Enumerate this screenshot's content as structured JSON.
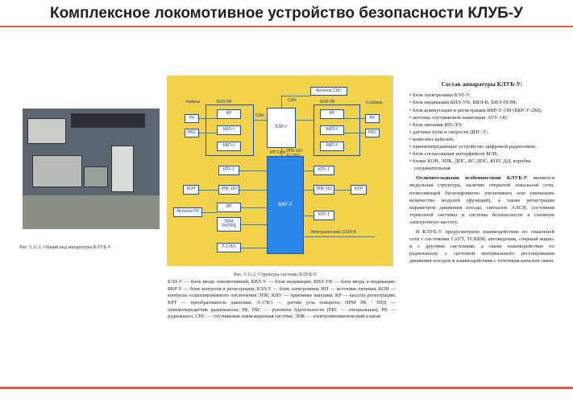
{
  "title": "Комплексное локомотивное устройство безопасности КЛУБ-У",
  "photo_caption": "Рис. 5.11.1. Общий вид аппаратуры КЛУБ-У",
  "diagram": {
    "caption": "Рис. 5.11.2. Структура системы КЛУБ-У",
    "labels": {
      "cab1": "Кабина",
      "cab2": "II кабина",
      "can_left": "CAN",
      "can_top": "CAN",
      "ip_can": "ИП CAN",
      "ep": "ЭПК-153\nЛ-178/1",
      "power": "Электропитание 12/24 В"
    },
    "blocks": {
      "antenna_sns": "Антенна СНС",
      "bil_left": "БИЛ-УВ",
      "bil_right": "БИЛ-УВ",
      "rk_l": "РК",
      "rbs_l": "РБС",
      "kr_l": "КР",
      "bil_l": "БИЛ-У",
      "bvp_l": "БВП-У",
      "rk_r": "РК",
      "rbs_r": "РБС",
      "kr_r": "КР",
      "bil_r": "БИЛ-У",
      "bvp_r": "БВП-У",
      "bel": "БЭЛ-У",
      "kpu_l": "КПУ-1",
      "kpu_r": "КПУ-1",
      "kon_l": "КОН",
      "kon_r": "КОН",
      "epk_l": "ЭПК-153",
      "epk_r": "ЭПК-153",
      "antenna_rk": "Антенна РК",
      "ip": "ИП",
      "prm": "ПРМ\nРК/ПРД",
      "l178": "Л-178/1",
      "kpu_bottom": "КПУ-1",
      "bkr": "БКР-У"
    }
  },
  "legend": "БЭЛ-У — блок ввода локомотивный; БИЛ-У — блок индикации; БИЛ-УВ — блок ввода и индикации; БКР-У — блок контроля и регистрации; БЭЛ-У — блок электроники; ИП — источник питания; КОН — контроль осциллированного отключения ЭПК; КПУ — приемные катушки; КР — кассета регистрации; КРТ — преобразователь давления; Л-178/1 — датчик угла поворота; ПРМ РК / ПРД — приемопередатчик радиоканала; РБ, РБС — рукоятки бдительности (РБС — специальная); РК — радиоканал; СНС — спутниковая навигационная система; ЭПК — электропневматический клапан",
  "composition": {
    "heading": "Состав аппаратуры КЛУБ-У:",
    "items": [
      "блок электроники БЭЛ-У;",
      "блок индикации БИЛ-УВ, БИЛ-В, БИЛ-ПОМ;",
      "блок коммутации и регистрации БКР-У-1М (БКР-У-2М);",
      "антенна спутниковой навигации АУУ-1Н;",
      "блок питания ИП-ЛЭ;",
      "датчики пути и скорости ДПС-У;",
      "комплект кабелей;",
      "приемопередающее устройство цифровой радиосвязи;",
      "блок согласования интерфейсов БСИ;",
      "блоки КОН, ЭПК, ДПС, БС-ДПС, КПУ, ДД, коробка соединительная."
    ]
  },
  "features": {
    "heading": "Отличительными особенностями КЛУБ-У",
    "text": "являются модульная структура, наличие открытой локальной сети, позволяющей бесконфликтно увеличивать или уменьшать количество модулей (функций), а также регистрация параметров движения поезда, сигналов АЛСН, состояния тормозной системы и системы безопасности в съемную электронную кассету.",
    "text2": "В КЛУБ-У предусмотрено взаимодействие по локальной сети с системами САУТ, ТСКБМ, автоведения, «черный ящик» и с другими системами, а также взаимодействие по радиоканалу с системой интервального регулирования движения поездов и взаимодействия с точечным каналом связи."
  }
}
